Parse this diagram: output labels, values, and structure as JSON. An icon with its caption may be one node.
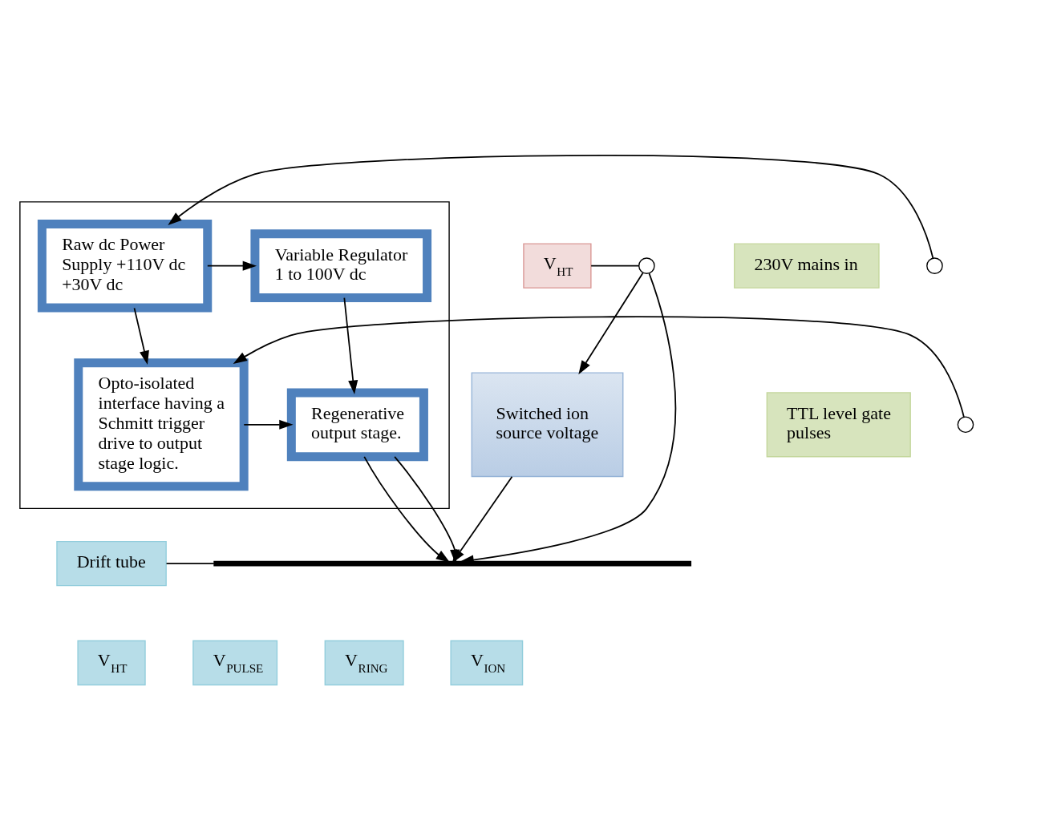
{
  "diagram": {
    "nodes": [
      {
        "text": [],
        "shape": "box"
      },
      {
        "text": [
          "230V mains in"
        ]
      },
      {
        "text": [],
        "shape": "circle"
      },
      {
        "text": [
          "Raw dc Power Supply +110V dc +30V dc"
        ],
        "in": 0
      },
      {
        "text": [
          "Variable Regulator 1 to 100V dc"
        ],
        "in": 0
      },
      {
        "text": [
          "TTL level gate pulses"
        ]
      },
      {
        "text": [],
        "shape": "circle"
      },
      {
        "text": [
          "Opto-isolated interface having a Schmitt trigger drive to output stage logic."
        ],
        "in": 0
      },
      {
        "text": [
          "Regenerative output stage."
        ],
        "in": 0
      },
      {
        "text": [
          "Switched ion source voltage"
        ]
      },
      {
        "text": [
          "V$_{HT}$"
        ]
      },
      {
        "text": [],
        "shape": "circle"
      },
      {
        "text": [
          "Drift tube"
        ]
      },
      {
        "text": [],
        "shape": "bar"
      },
      {
        "text": [
          "V$_{HT}$"
        ]
      },
      {
        "text": [
          "V$_{PULSE}$"
        ]
      },
      {
        "text": [
          "V$_{RING}$"
        ]
      },
      {
        "text": [
          "V$_{ION}$"
        ]
      }
    ],
    "edges": [
      {
        "from": 2,
        "to": 3,
        "arrow": "to"
      },
      {
        "from": 3,
        "to": 4,
        "arrow": "to"
      },
      {
        "from": 3,
        "to": 7,
        "arrow": "to"
      },
      {
        "from": 4,
        "to": 8,
        "arrow": "to"
      },
      {
        "from": 6,
        "to": 7,
        "arrow": "to"
      },
      {
        "from": 7,
        "to": 8,
        "arrow": "to"
      },
      {
        "from": 10,
        "to": 11,
        "arrow": "none"
      },
      {
        "from": 11,
        "to": 9,
        "arrow": "to"
      },
      {
        "from": 11,
        "to": 13,
        "arrow": "to"
      },
      {
        "from": 8,
        "to": 13,
        "arrow": "to"
      },
      {
        "from": 8,
        "to": 13,
        "arrow": "to"
      },
      {
        "from": 9,
        "to": 13,
        "arrow": "to"
      },
      {
        "from": 12,
        "to": 13,
        "arrow": "none"
      }
    ]
  }
}
